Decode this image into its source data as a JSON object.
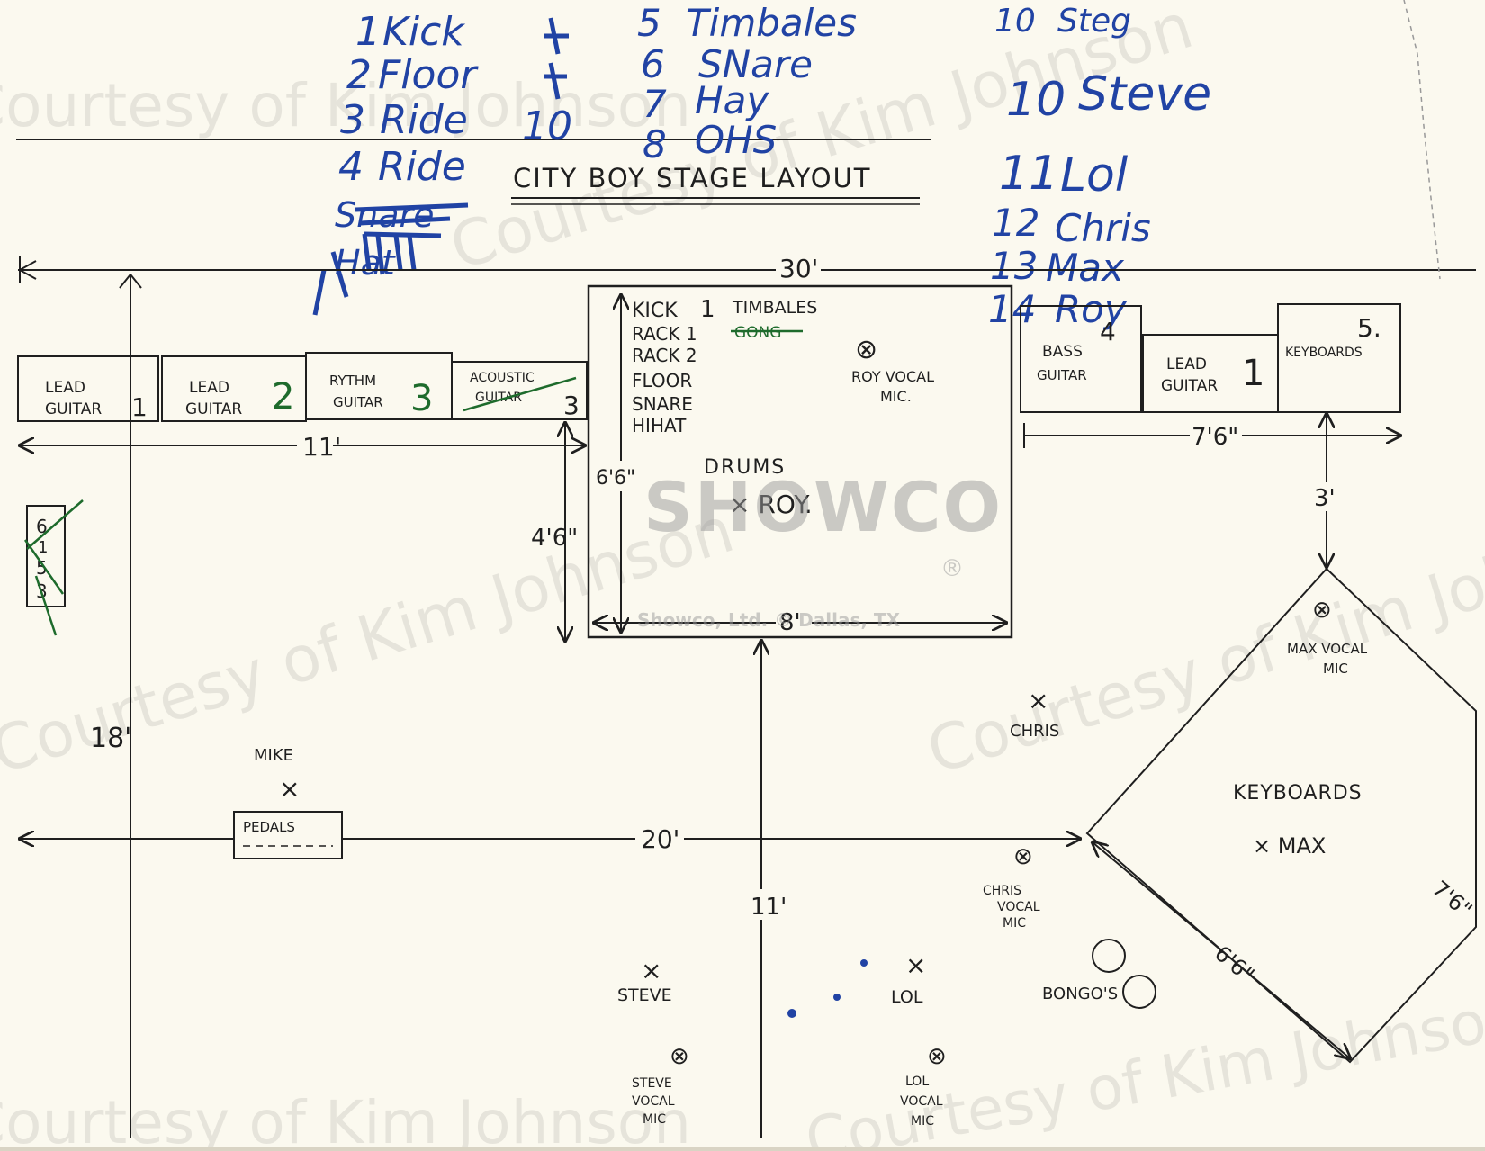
{
  "title": "CITY BOY STAGE LAYOUT",
  "channel_list_left": [
    {
      "num": "1",
      "name": "Kick"
    },
    {
      "num": "2",
      "name": "Floor"
    },
    {
      "num": "3",
      "name": "Ride"
    },
    {
      "num": "4",
      "name": "Ride"
    }
  ],
  "channel_list_middle": [
    {
      "num": "5",
      "name": "Timbales"
    },
    {
      "num": "6",
      "name": "SNare"
    },
    {
      "num": "7",
      "name": "Hay"
    },
    {
      "num": "8",
      "name": "OHS"
    }
  ],
  "channel_list_right": [
    {
      "num": "10",
      "name": "Steg"
    },
    {
      "num": "10",
      "name": "Steve"
    },
    {
      "num": "11",
      "name": "Lol"
    },
    {
      "num": "12",
      "name": "Chris"
    },
    {
      "num": "13",
      "name": "Max"
    },
    {
      "num": "14",
      "name": "Roy"
    }
  ],
  "crossed_entries": {
    "snare": "Snare",
    "hat": "Hat",
    "col_num": "10"
  },
  "amps_left": [
    {
      "label1": "LEAD",
      "label2": "GUITAR",
      "num": "1"
    },
    {
      "label1": "LEAD",
      "label2": "GUITAR",
      "num": "2"
    },
    {
      "label1": "RYTHM",
      "label2": "GUITAR",
      "num": "3"
    },
    {
      "label1": "ACOUSTIC",
      "label2": "GUITAR",
      "num": "3"
    }
  ],
  "amps_right": [
    {
      "label1": "BASS",
      "label2": "GUITAR",
      "num": "4"
    },
    {
      "label1": "LEAD",
      "label2": "GUITAR",
      "num": "1"
    },
    {
      "label1": "KEYBOARDS",
      "label2": "",
      "num": "5."
    }
  ],
  "drum_riser": {
    "list": [
      "KICK",
      "RACK 1",
      "RACK 2",
      "FLOOR",
      "SNARE",
      "HIHAT"
    ],
    "list_num": "1",
    "timbales": "TIMBALES",
    "gong": "GONG",
    "mic_symbol": "⊗",
    "mic_line1": "ROY VOCAL",
    "mic_line2": "MIC.",
    "center": "DRUMS",
    "player": "× ROY.",
    "dim_height": "6'6\"",
    "dim_width": "8'"
  },
  "dimensions": {
    "stage_width": "30'",
    "left_amp_run": "11'",
    "amp_to_riser": "4'6\"",
    "stage_depth": "18'",
    "front_run": "20'",
    "riser_to_front": "11'",
    "right_amp_run": "7'6\"",
    "amp_to_keys": "3'",
    "keys_side_a": "6'6\"",
    "keys_side_b": "7'6\""
  },
  "side_box": [
    "6",
    "1",
    "5",
    "3"
  ],
  "performers": {
    "mike": "MIKE",
    "pedals": "PEDALS",
    "chris": "CHRIS",
    "steve": "STEVE",
    "lol": "LOL",
    "max": "× MAX",
    "keyboards": "KEYBOARDS",
    "mark": "×"
  },
  "mics": {
    "symbol": "⊗",
    "max": [
      "MAX VOCAL",
      "MIC"
    ],
    "chris": [
      "CHRIS",
      "VOCAL",
      "MIC"
    ],
    "steve": [
      "STEVE",
      "VOCAL",
      "MIC"
    ],
    "lol": [
      "LOL",
      "VOCAL",
      "MIC"
    ]
  },
  "bongos": "BONGO'S",
  "logo": {
    "name": "SHOWCO",
    "reg": "®",
    "sub": "Showco, Ltd. © Dallas, TX"
  },
  "watermark": "Courtesy of Kim Johnson",
  "colors": {
    "ink": "#1f1f1f",
    "blue_ink": "#2143a4",
    "green_ink": "#1e6b2c",
    "paper": "#fbf9ef"
  }
}
